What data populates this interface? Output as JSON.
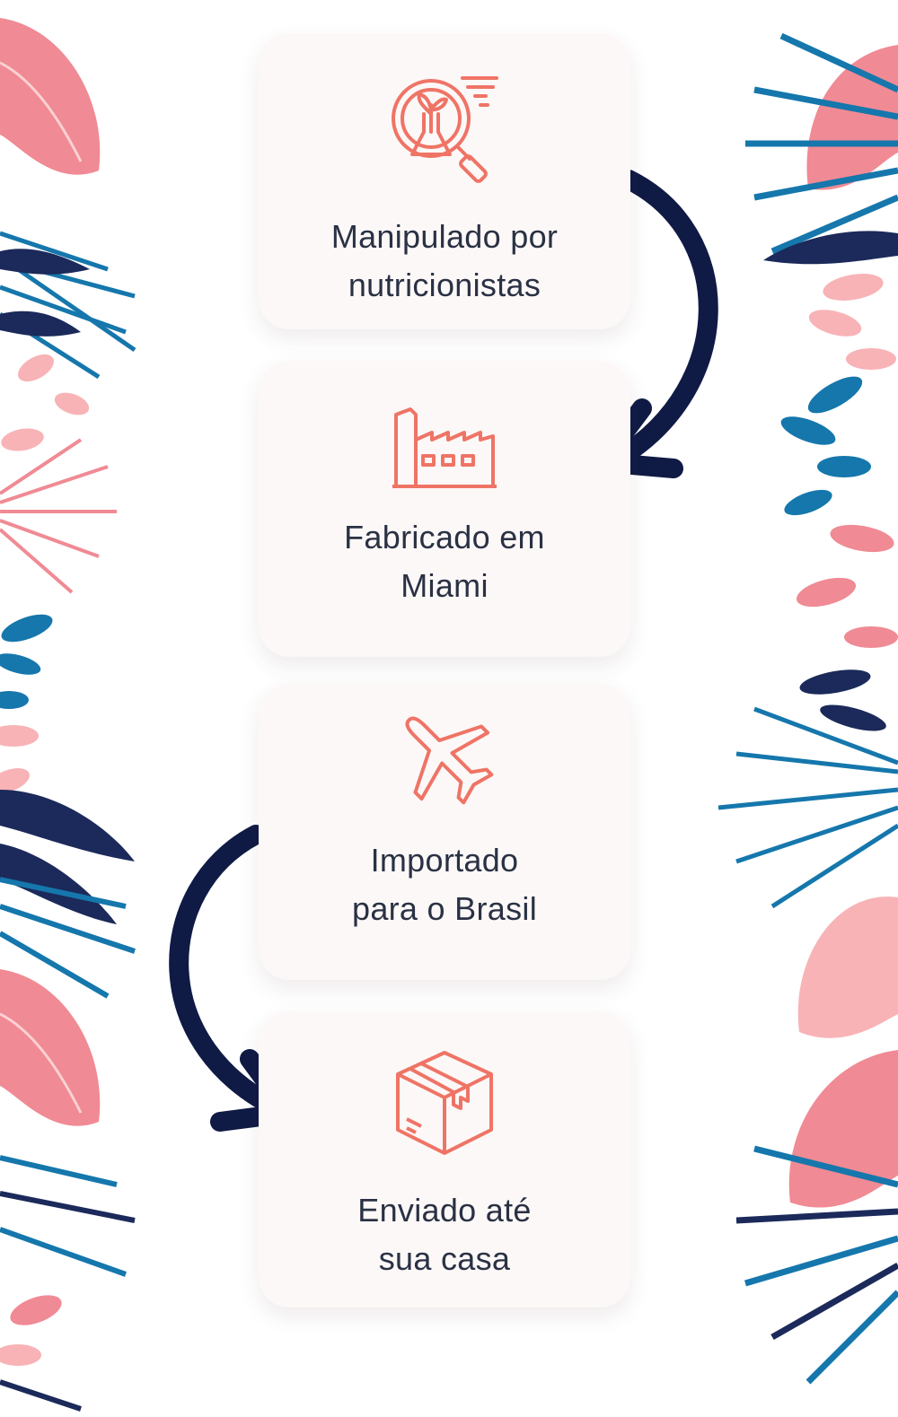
{
  "steps": [
    {
      "icon": "lab-magnifier-icon",
      "line1": "Manipulado por",
      "line2": "nutricionistas"
    },
    {
      "icon": "factory-icon",
      "line1": "Fabricado em",
      "line2": "Miami"
    },
    {
      "icon": "airplane-icon",
      "line1": "Importado",
      "line2": "para o Brasil"
    },
    {
      "icon": "package-box-icon",
      "line1": "Enviado até",
      "line2": "sua casa"
    }
  ],
  "colors": {
    "icon_stroke": "#ef7466",
    "text": "#2a3144",
    "arrow": "#0f1a45",
    "card_bg": "#fcf8f7",
    "leaf_pink": "#f08a94",
    "leaf_light_pink": "#f8b3b6",
    "leaf_blue": "#1577ac",
    "leaf_navy": "#1b2a5a"
  }
}
